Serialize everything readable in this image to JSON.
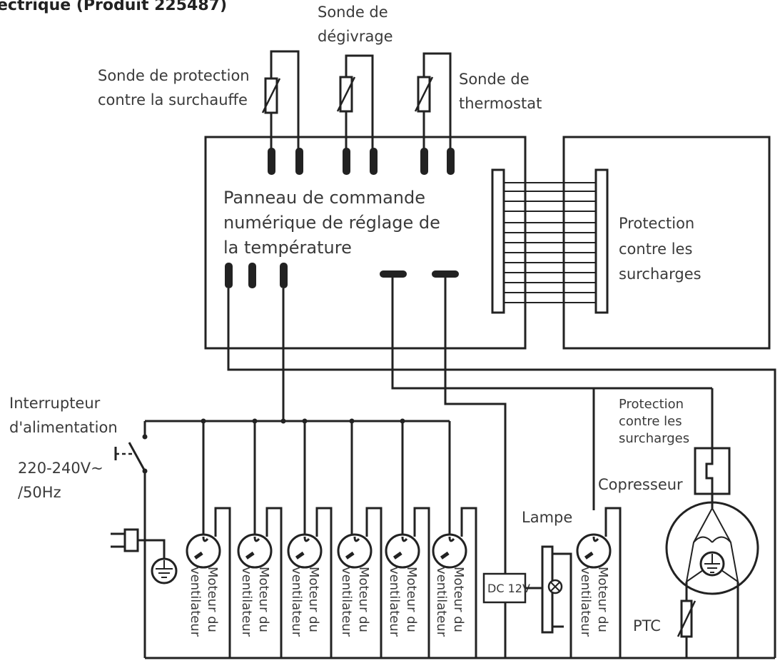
{
  "title": "ectrique (Produit 225487)",
  "labels": {
    "defrost_sensor_1": "Sonde de",
    "defrost_sensor_2": "dégivrage",
    "overheat_sensor_1": "Sonde de protection",
    "overheat_sensor_2": "contre la surchauffe",
    "thermostat_sensor_1": "Sonde de",
    "thermostat_sensor_2": "thermostat",
    "control_panel_1": "Panneau de commande",
    "control_panel_2": "numérique de réglage de",
    "control_panel_3": "la température",
    "overload_big_1": "Protection",
    "overload_big_2": "contre les",
    "overload_big_3": "surcharges",
    "power_switch_1": "Interrupteur",
    "power_switch_2": "d'alimentation",
    "voltage_1": "220-240V~",
    "voltage_2": "/50Hz",
    "overload_small_1": "Protection",
    "overload_small_2": "contre les",
    "overload_small_3": "surcharges",
    "compressor": "Copresseur",
    "lamp": "Lampe",
    "dc": "DC 12V",
    "ptc": "PTC",
    "fan_1": "Moteur du",
    "fan_2": "ventilateur"
  },
  "fan_motor_count": 7
}
